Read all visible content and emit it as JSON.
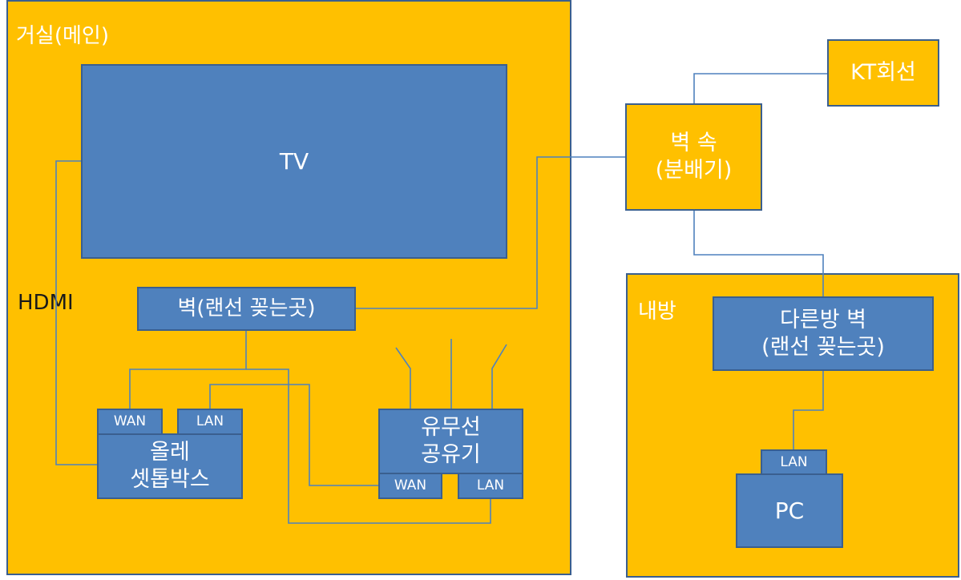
{
  "rooms": {
    "living": "거실(메인)",
    "my_room": "내방"
  },
  "labels": {
    "hdmi": "HDMI"
  },
  "boxes": {
    "tv": "TV",
    "wall_living": "벽(랜선 꽂는곳)",
    "settop_wan": "WAN",
    "settop_lan": "LAN",
    "settop": "올레\n셋톱박스",
    "router": "유무선\n공유기",
    "router_wan": "WAN",
    "router_lan": "LAN",
    "wall_inside": "벽 속\n(분배기)",
    "kt": "KT회선",
    "wall_other": "다른방 벽\n(랜선 꽂는곳)",
    "pc_lan": "LAN",
    "pc": "PC"
  },
  "colors": {
    "room_fill": "#ffc000",
    "box_fill": "#4f81bd",
    "wire": "#4f81bd",
    "border": "#3a5f8f"
  }
}
